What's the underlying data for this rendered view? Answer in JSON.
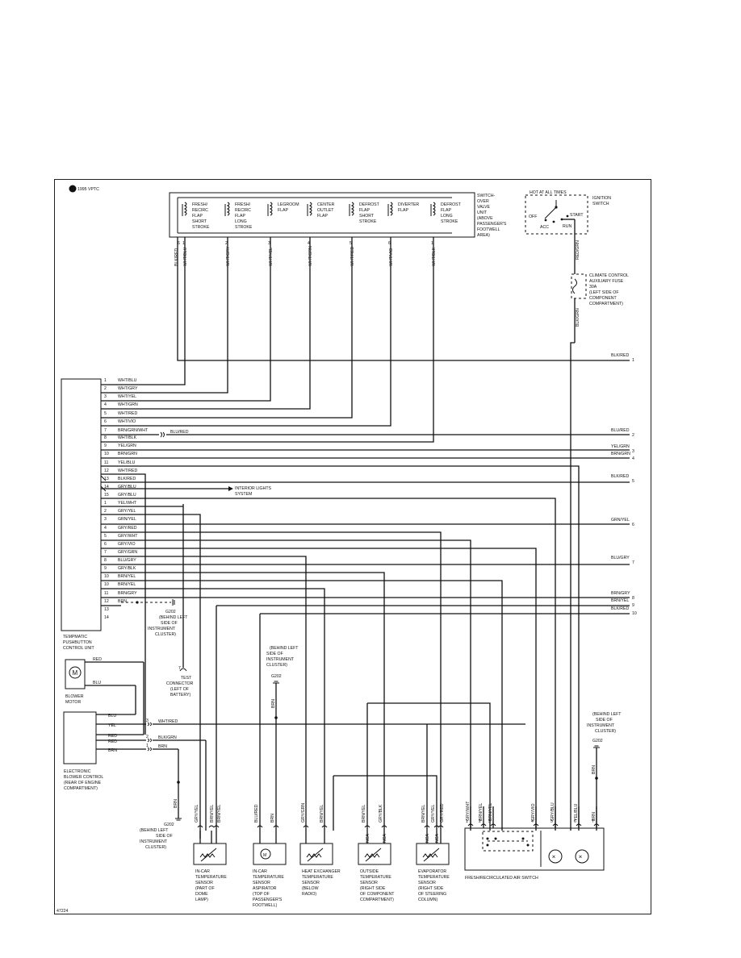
{
  "header": {
    "logo_text": "1995 VPTC",
    "figure_no": "47224"
  },
  "ignition": {
    "caption": "HOT AT ALL TIMES",
    "name": [
      "IGNITION",
      "SWITCH"
    ],
    "positions": [
      "OFF",
      "ACC",
      "RUN",
      "START"
    ]
  },
  "fuse": {
    "label": [
      "CLIMATE CONTROL",
      "AUXILIARY FUSE",
      "30A",
      "(LEFT SIDE OF",
      "COMPONENT",
      "COMPARTMENT)"
    ],
    "wire_in": "RED/GRN",
    "wire_out": "BLK/GRN"
  },
  "valve_unit": {
    "label": [
      "SWITCH-",
      "OVER",
      "VALVE",
      "UNIT",
      "(ABOVE",
      "PASSENGER'S",
      "FOOTWELL",
      "AREA)"
    ],
    "flaps": [
      {
        "label": [
          "FRESH/",
          "RECIRC",
          "FLAP",
          "SHORT",
          "STROKE"
        ],
        "wire": "WHT/BLU"
      },
      {
        "label": [
          "FRESH/",
          "RECIRC",
          "FLAP",
          "LONG",
          "STROKE"
        ],
        "wire": "WHT/GRY"
      },
      {
        "label": [
          "LEGROOM",
          "FLAP"
        ],
        "wire": "WHT/YEL"
      },
      {
        "label": [
          "CENTER",
          "OUTLET",
          "FLAP"
        ],
        "wire": "WHT/GRN"
      },
      {
        "label": [
          "DEFROST",
          "FLAP",
          "SHORT",
          "STROKE"
        ],
        "wire": "WHT/RED"
      },
      {
        "label": [
          "DIVERTER",
          "FLAP"
        ],
        "wire": "WHT/VIO"
      },
      {
        "label": [
          "DEFROST",
          "FLAP",
          "LONG",
          "STROKE"
        ],
        "wire": "WHT/BLK"
      }
    ],
    "common_wire": "BLK/RED"
  },
  "control_unit": {
    "label": [
      "TEMPMATIC",
      "PUSHBUTTON",
      "CONTROL UNIT"
    ],
    "connector1": [
      {
        "pin": "1",
        "wire": "WHT/BLU"
      },
      {
        "pin": "2",
        "wire": "WHT/GRY"
      },
      {
        "pin": "3",
        "wire": "WHT/YEL"
      },
      {
        "pin": "4",
        "wire": "WHT/GRN"
      },
      {
        "pin": "5",
        "wire": "WHT/RED"
      },
      {
        "pin": "6",
        "wire": "WHT/VIO"
      },
      {
        "pin": "7",
        "wire": "BRN/GRN/WHT"
      },
      {
        "pin": "8",
        "wire": "WHT/BLK"
      },
      {
        "pin": "9",
        "wire": "YEL/GRN"
      },
      {
        "pin": "10",
        "wire": "BRN/GRN"
      },
      {
        "pin": "11",
        "wire": "YEL/BLU"
      },
      {
        "pin": "12",
        "wire": "WHT/RED"
      },
      {
        "pin": "13",
        "wire": "BLK/RED"
      },
      {
        "pin": "14",
        "wire": "GRY/BLU"
      },
      {
        "pin": "15",
        "wire": "GRY/BLU"
      }
    ],
    "connector2": [
      {
        "pin": "1",
        "wire": "YEL/WHT"
      },
      {
        "pin": "2",
        "wire": "GRY/YEL"
      },
      {
        "pin": "3",
        "wire": "GRN/YEL"
      },
      {
        "pin": "4",
        "wire": "GRY/RED"
      },
      {
        "pin": "5",
        "wire": "GRY/WHT"
      },
      {
        "pin": "6",
        "wire": "GRY/VIO"
      },
      {
        "pin": "7",
        "wire": "GRY/GRN"
      },
      {
        "pin": "8",
        "wire": "BLU/GRY"
      },
      {
        "pin": "9",
        "wire": "GRY/BLK"
      },
      {
        "pin": "10",
        "wire": "BRN/YEL"
      },
      {
        "pin": "10",
        "wire": "BRN/YEL"
      },
      {
        "pin": "11",
        "wire": "BRN/GRY"
      },
      {
        "pin": "12",
        "wire": "BRN"
      },
      {
        "pin": "13",
        "wire": ""
      },
      {
        "pin": "14",
        "wire": ""
      }
    ]
  },
  "right_edge": [
    {
      "num": "1",
      "wire": "BLK/RED"
    },
    {
      "num": "2",
      "wire": "BLU/RED"
    },
    {
      "num": "3",
      "wire": "YEL/GRN"
    },
    {
      "num": "4",
      "wire": "BRN/GRN"
    },
    {
      "num": "5",
      "wire": "BLK/RED"
    },
    {
      "num": "6",
      "wire": "GRN/YEL"
    },
    {
      "num": "7",
      "wire": "BLU/GRY"
    },
    {
      "num": "8",
      "wire": "BRN/GRY"
    },
    {
      "num": "9",
      "wire": "BRN/YEL"
    },
    {
      "num": "10",
      "wire": "BLK/RED"
    }
  ],
  "blu_red": "BLU/RED",
  "interior_lights": [
    "INTERIOR LIGHTS",
    "SYSTEM"
  ],
  "g202_cluster": {
    "name": "G202",
    "note": [
      "(BEHIND LEFT",
      "SIDE OF",
      "INSTRUMENT",
      "CLUSTER)"
    ]
  },
  "test_connector": {
    "pin": "7",
    "label": [
      "TEST",
      "CONNECTOR",
      "(LEFT OF",
      "BATTERY)"
    ]
  },
  "blower": {
    "motor_label": [
      "BLOWER",
      "MOTOR"
    ],
    "motor_symbol": "M",
    "wires_motor": [
      "RED",
      "BLU"
    ],
    "control_wires": [
      "BLU",
      "YEL",
      "RED",
      "RED",
      "BRN"
    ],
    "pin_nums": [
      "3",
      "2",
      "1"
    ],
    "out_wires": [
      "WHT/RED",
      "BLK/GRN",
      "BRN"
    ],
    "control_label": [
      "ELECTRONIC",
      "BLOWER CONTROL",
      "(REAR OF ENGINE",
      "COMPARTMENT)"
    ],
    "ground_wire": "BRN",
    "ground": "G202",
    "ground_note": [
      "(BEHIND LEFT",
      "SIDE OF",
      "INSTRUMENT",
      "CLUSTER)"
    ]
  },
  "mid_ground": {
    "note": [
      "(BEHIND LEFT",
      "SIDE OF",
      "INSTRUMENT",
      "CLUSTER)"
    ],
    "name": "G202",
    "wire": "BRN"
  },
  "right_ground": {
    "note": [
      "(BEHIND LEFT",
      "SIDE OF",
      "INSTRUMENT",
      "CLUSTER)"
    ],
    "name": "G202",
    "wire": "BRN"
  },
  "sensors": [
    {
      "label": [
        "IN-CAR",
        "TEMPERATURE",
        "SENSOR",
        "(PART OF",
        "DOME",
        "LAMP)"
      ],
      "wires": [
        "GRY/YEL",
        "BRN/YEL",
        "BRN/YEL"
      ]
    },
    {
      "label": [
        "IN-CAR",
        "TEMPERATURE",
        "SENSOR",
        "ASPIRATOR",
        "(TOP OF",
        "PASSENGER'S",
        "FOOTWELL)"
      ],
      "wires": [
        "BLU/RED",
        "BRN"
      ],
      "symbol": "M"
    },
    {
      "label": [
        "HEAT EXCHANGER",
        "TEMPERATURE",
        "SENSOR",
        "(BELOW",
        "RADIO)"
      ],
      "wires": [
        "GRY/GRN",
        "BRN/YEL"
      ]
    },
    {
      "label": [
        "OUTSIDE",
        "TEMPERATURE",
        "SENSOR",
        "(RIGHT SIDE",
        "OF COMPONENT",
        "COMPARTMENT)"
      ],
      "wires": [
        "BRN/YEL",
        "GRY/BLK"
      ],
      "pins": [
        "NCA",
        "NCA"
      ]
    },
    {
      "label": [
        "EVAPORATOR",
        "TEMPERATURE",
        "SENSOR",
        "(RIGHT SIDE",
        "OF STEERING",
        "COLUMN)"
      ],
      "wires": [
        "BRN/YEL",
        "GRY/YEL",
        "GRY/RED"
      ],
      "pins": [
        "NCA",
        "NCA"
      ]
    }
  ],
  "fresh_switch": {
    "label": "FRESH/RECIRCULATED AIR SWITCH",
    "wires": [
      "GRY/WHT",
      "BRN/YEL",
      "BRN/YEL",
      "GRY/VIO",
      "GRY/BLU",
      "YEL/BLU",
      "BRN"
    ],
    "pins": [
      "1",
      "2",
      "3",
      "4",
      "5",
      "6",
      "7"
    ]
  }
}
